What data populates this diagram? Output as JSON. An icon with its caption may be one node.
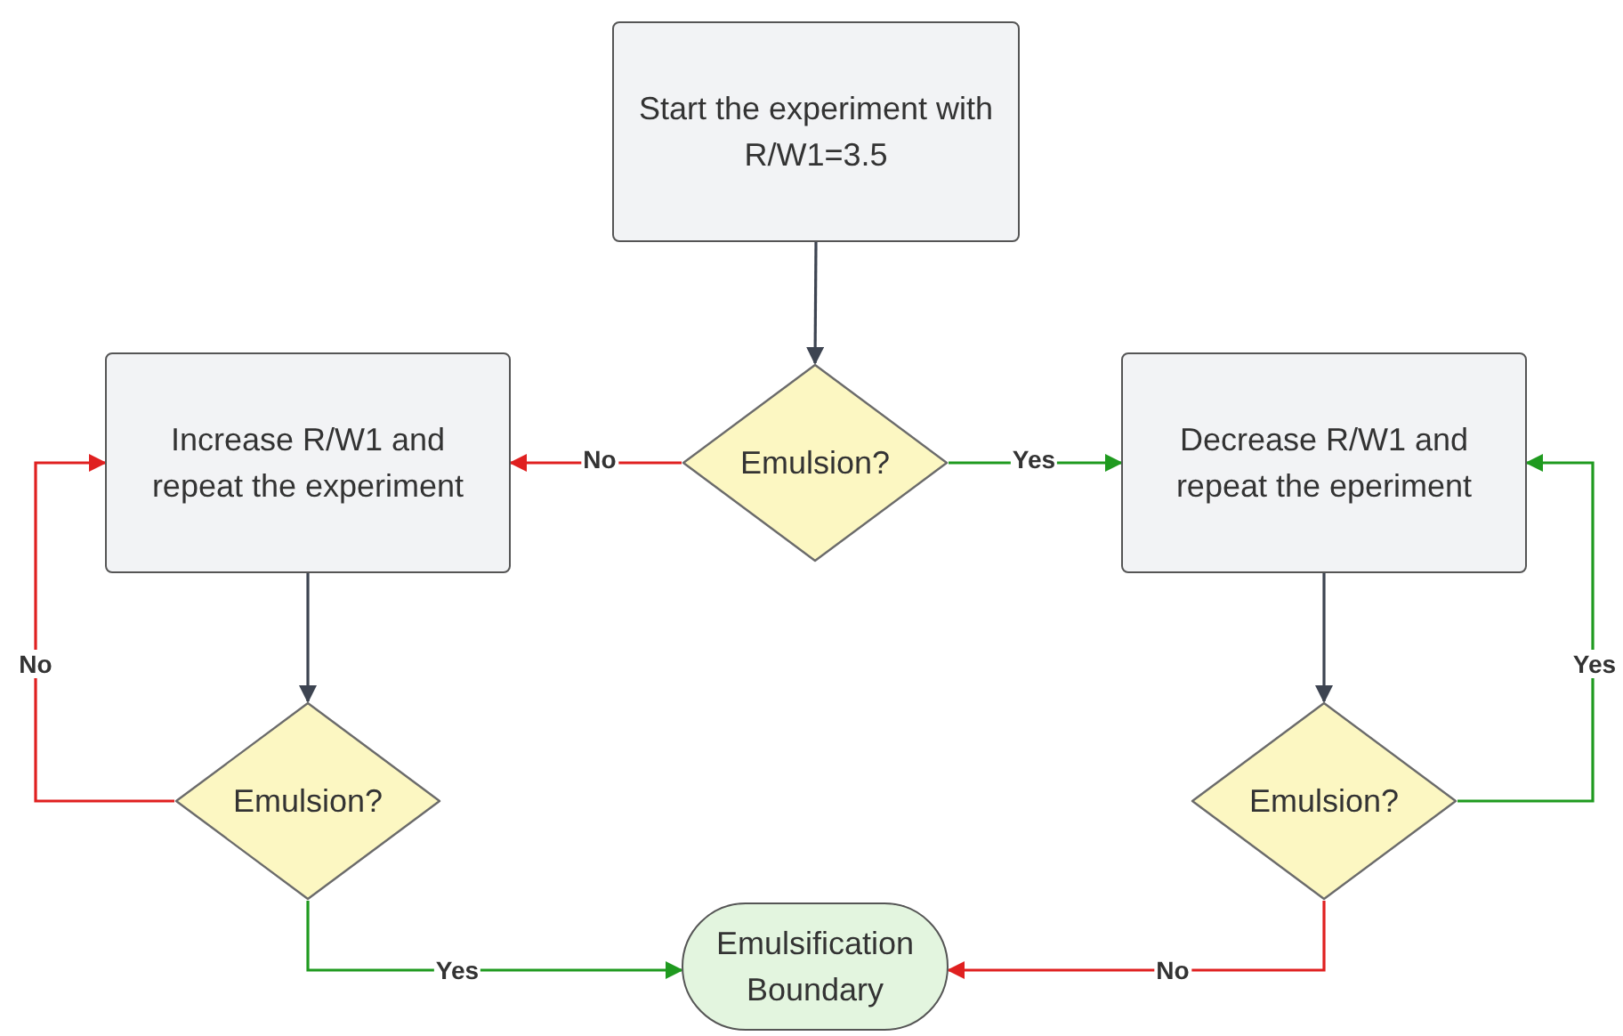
{
  "diagram": {
    "nodes": [
      {
        "text": [
          "Start the experiment with R/W1=3.5"
        ]
      },
      {
        "text": [
          "Emulsion?"
        ]
      },
      {
        "text": [
          "Increase R/W1 and repeat the experiment"
        ]
      },
      {
        "text": [
          "Decrease R/W1 and repeat the eperiment"
        ]
      },
      {
        "text": [
          "Emulsion?"
        ]
      },
      {
        "text": [
          "Emulsion?"
        ]
      },
      {
        "text": [
          "Emulsification Boundary"
        ]
      }
    ],
    "edges": [
      {
        "from": 0,
        "to": 1,
        "arrow": "to",
        "color": "#3d4451"
      },
      {
        "from": 1,
        "to": 2,
        "arrow": "to",
        "label": "No",
        "color": "#e02020"
      },
      {
        "from": 1,
        "to": 3,
        "arrow": "to",
        "label": "Yes",
        "color": "#1f9a1f"
      },
      {
        "from": 2,
        "to": 4,
        "arrow": "to",
        "color": "#3d4451"
      },
      {
        "from": 3,
        "to": 5,
        "arrow": "to",
        "color": "#3d4451"
      },
      {
        "from": 4,
        "to": 2,
        "arrow": "to",
        "label": "No",
        "color": "#e02020"
      },
      {
        "from": 5,
        "to": 3,
        "arrow": "to",
        "label": "Yes",
        "color": "#1f9a1f"
      },
      {
        "from": 4,
        "to": 6,
        "arrow": "to",
        "label": "Yes",
        "color": "#1f9a1f"
      },
      {
        "from": 5,
        "to": 6,
        "arrow": "to",
        "label": "No",
        "color": "#e02020"
      }
    ]
  }
}
